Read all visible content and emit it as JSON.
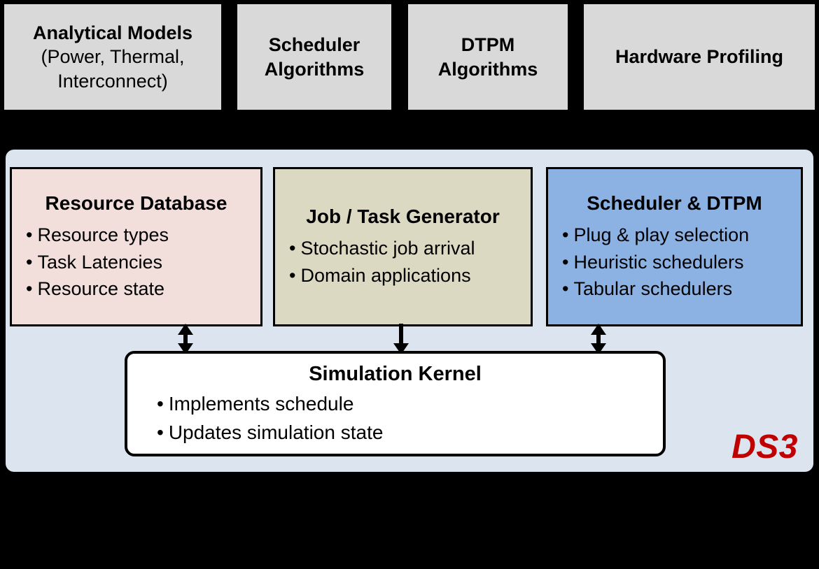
{
  "diagram": {
    "title_label": "DS3",
    "title_color": "#c00000",
    "colors": {
      "input_box_bg": "#d9d9d9",
      "container_bg": "#dce4f0",
      "resource_db_bg": "#f2dfdc",
      "job_generator_bg": "#dcd9c3",
      "scheduler_dtpm_bg": "#8cb1e3",
      "sim_kernel_bg": "#ffffff",
      "page_bg": "#000000",
      "stroke": "#000000"
    }
  },
  "inputs": [
    {
      "id": "analytical-models",
      "title": "Analytical Models",
      "sublines": [
        "(Power, Thermal,",
        "Interconnect)"
      ]
    },
    {
      "id": "scheduler-algorithms",
      "title_lines": [
        "Scheduler",
        "Algorithms"
      ]
    },
    {
      "id": "dtpm-algorithms",
      "title_lines": [
        "DTPM",
        "Algorithms"
      ]
    },
    {
      "id": "hardware-profiling",
      "title_lines": [
        "Hardware Profiling"
      ]
    }
  ],
  "components": [
    {
      "id": "resource-database",
      "title": "Resource Database",
      "bullets": [
        "Resource types",
        "Task Latencies",
        "Resource state"
      ]
    },
    {
      "id": "job-task-generator",
      "title": "Job / Task Generator",
      "bullets": [
        "Stochastic job arrival",
        "Domain applications"
      ]
    },
    {
      "id": "scheduler-dtpm",
      "title": "Scheduler & DTPM",
      "bullets": [
        "Plug & play selection",
        "Heuristic schedulers",
        "Tabular schedulers"
      ]
    }
  ],
  "kernel": {
    "id": "simulation-kernel",
    "title": "Simulation Kernel",
    "bullets": [
      "Implements  schedule",
      "Updates simulation state"
    ]
  },
  "connectors": [
    {
      "id": "resource-db-to-kernel",
      "type": "double-headed-vertical-arrow"
    },
    {
      "id": "job-generator-to-kernel",
      "type": "single-headed-down-arrow"
    },
    {
      "id": "scheduler-dtpm-to-kernel",
      "type": "double-headed-vertical-arrow"
    }
  ]
}
